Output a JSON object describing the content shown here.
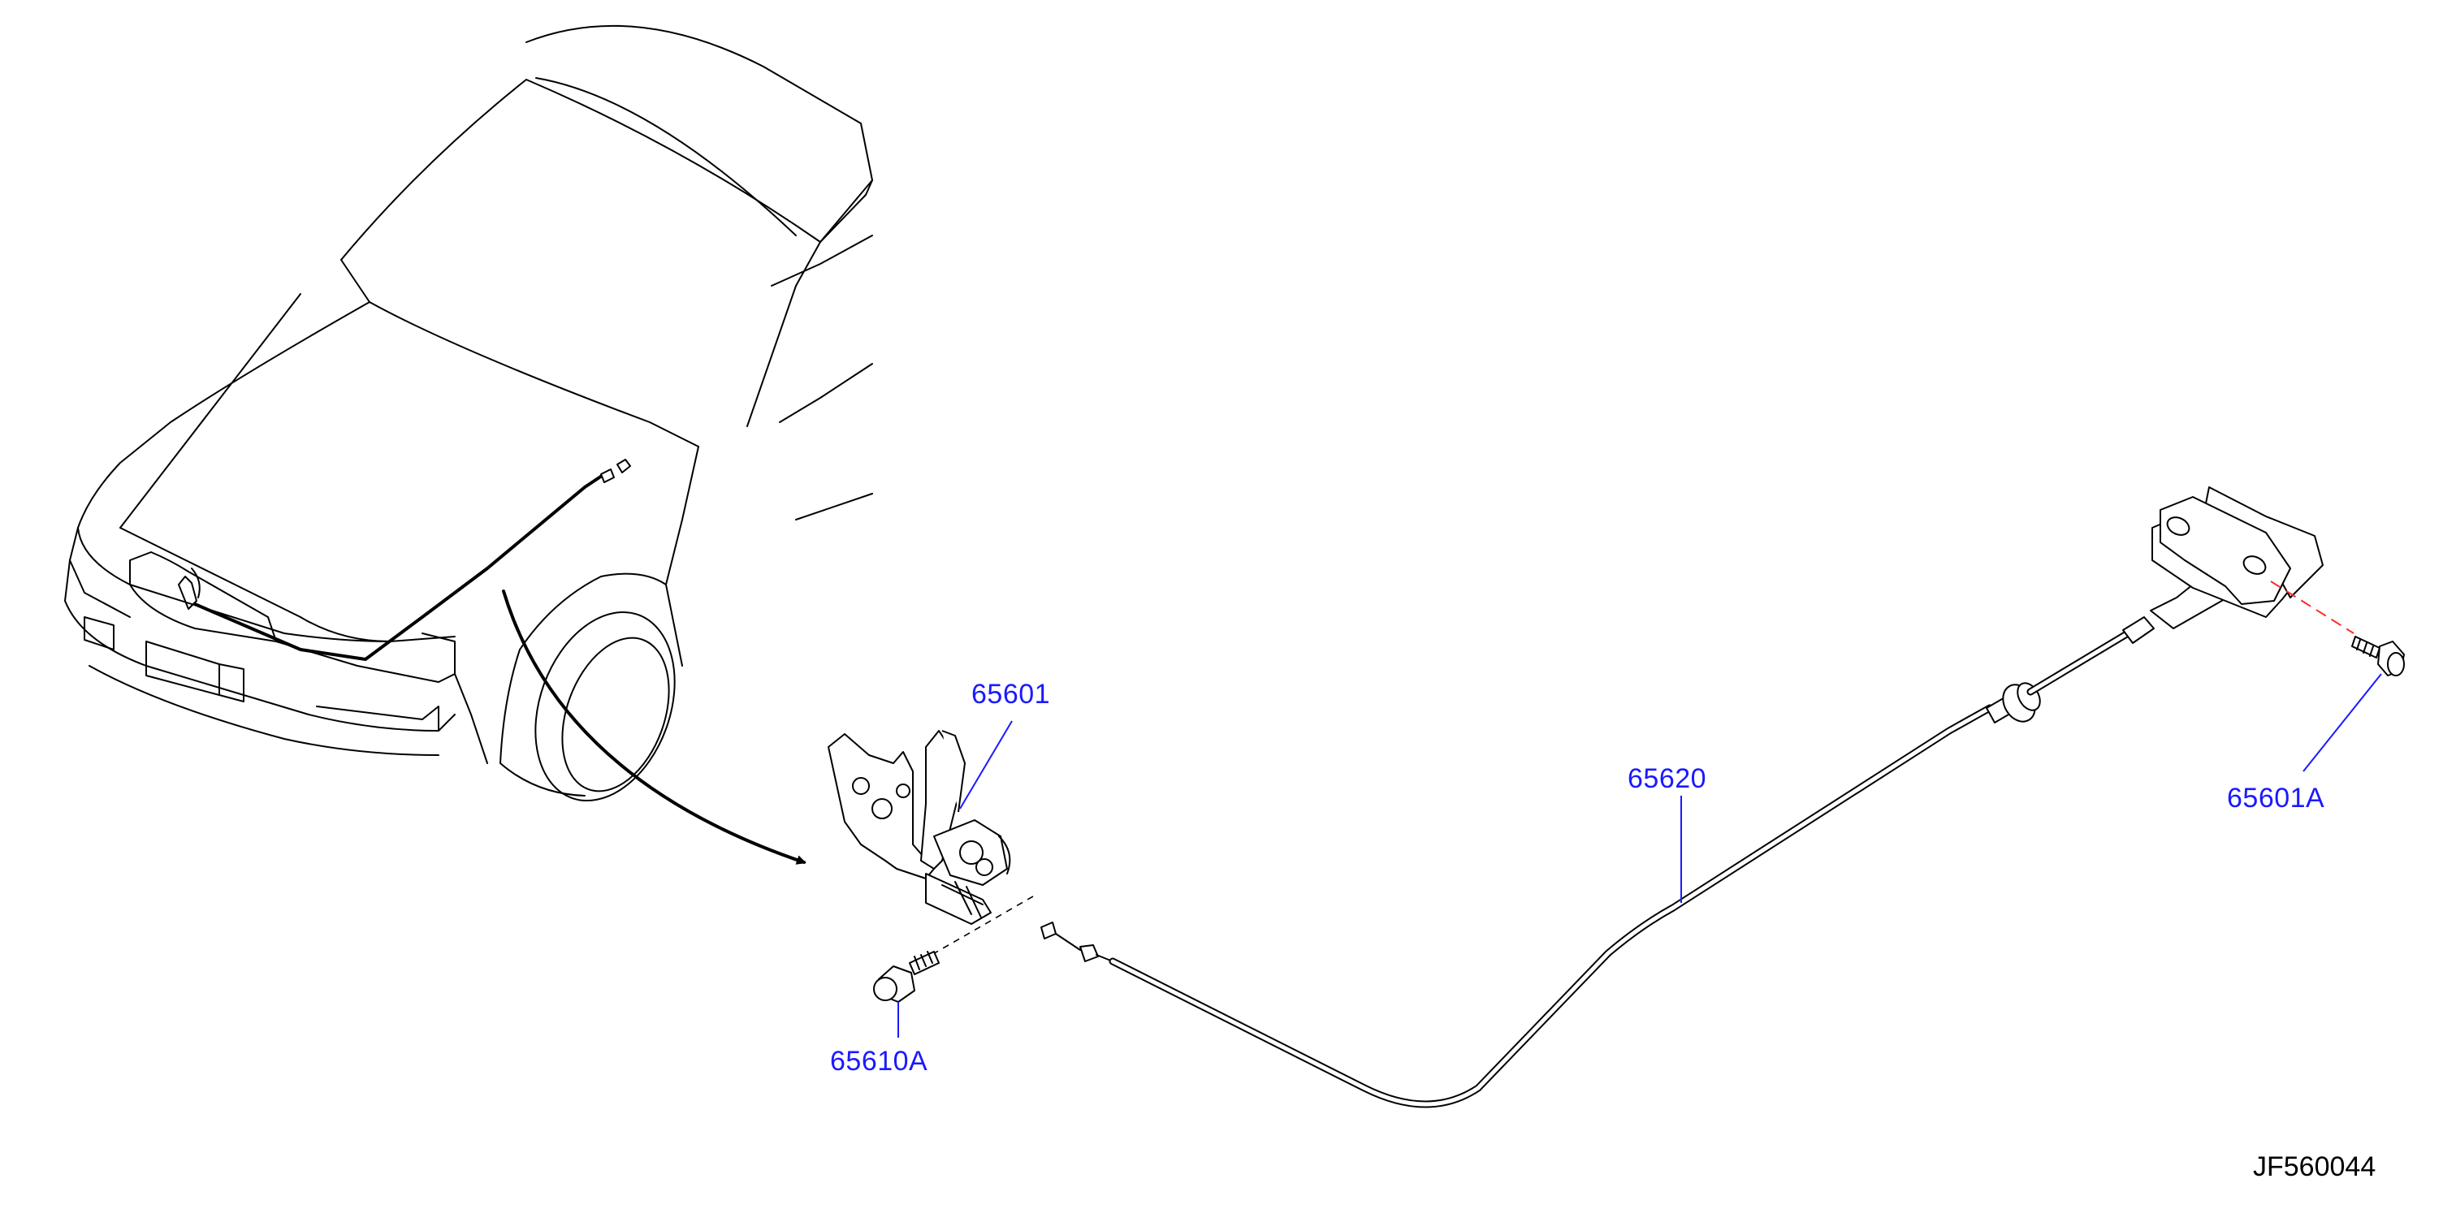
{
  "colors": {
    "ink": "#000000",
    "callout": "#1a1aff",
    "leader": "#1a1aff",
    "guide_red": "#ff2a2a",
    "background": "#ffffff"
  },
  "callouts": [
    {
      "id": "hood-lock",
      "label": "65601"
    },
    {
      "id": "hood-lock-cable",
      "label": "65620"
    },
    {
      "id": "lock-bolt",
      "label": "65610A"
    },
    {
      "id": "handle-bolt",
      "label": "65601A"
    }
  ],
  "doc_code": "JF560044"
}
